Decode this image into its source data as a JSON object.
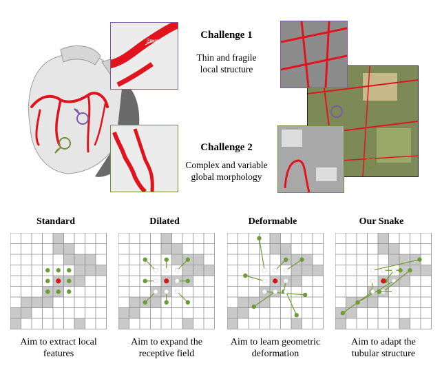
{
  "challenges": [
    {
      "title": "Challenge 1",
      "desc_line1": "Thin and fragile",
      "desc_line2": "local structure"
    },
    {
      "title": "Challenge 2",
      "desc_line1": "Complex and variable",
      "desc_line2": "global morphology"
    }
  ],
  "measure_label": "3mm",
  "grids": [
    {
      "title": "Standard",
      "cap1": "Aim to extract local",
      "cap2": "features"
    },
    {
      "title": "Dilated",
      "cap1": "Aim to expand the",
      "cap2": "receptive field"
    },
    {
      "title": "Deformable",
      "cap1": "Aim to learn geometric",
      "cap2": "deformation"
    },
    {
      "title": "Our Snake",
      "cap1": "Aim to adapt the",
      "cap2": "tubular structure"
    }
  ],
  "colors": {
    "vessel": "#e0141c",
    "purple": "#7a5aa6",
    "green": "#6f8f3a",
    "dot_green": "#6e9a37",
    "dot_red": "#d01818",
    "cell_gray": "#c9c9c9"
  }
}
